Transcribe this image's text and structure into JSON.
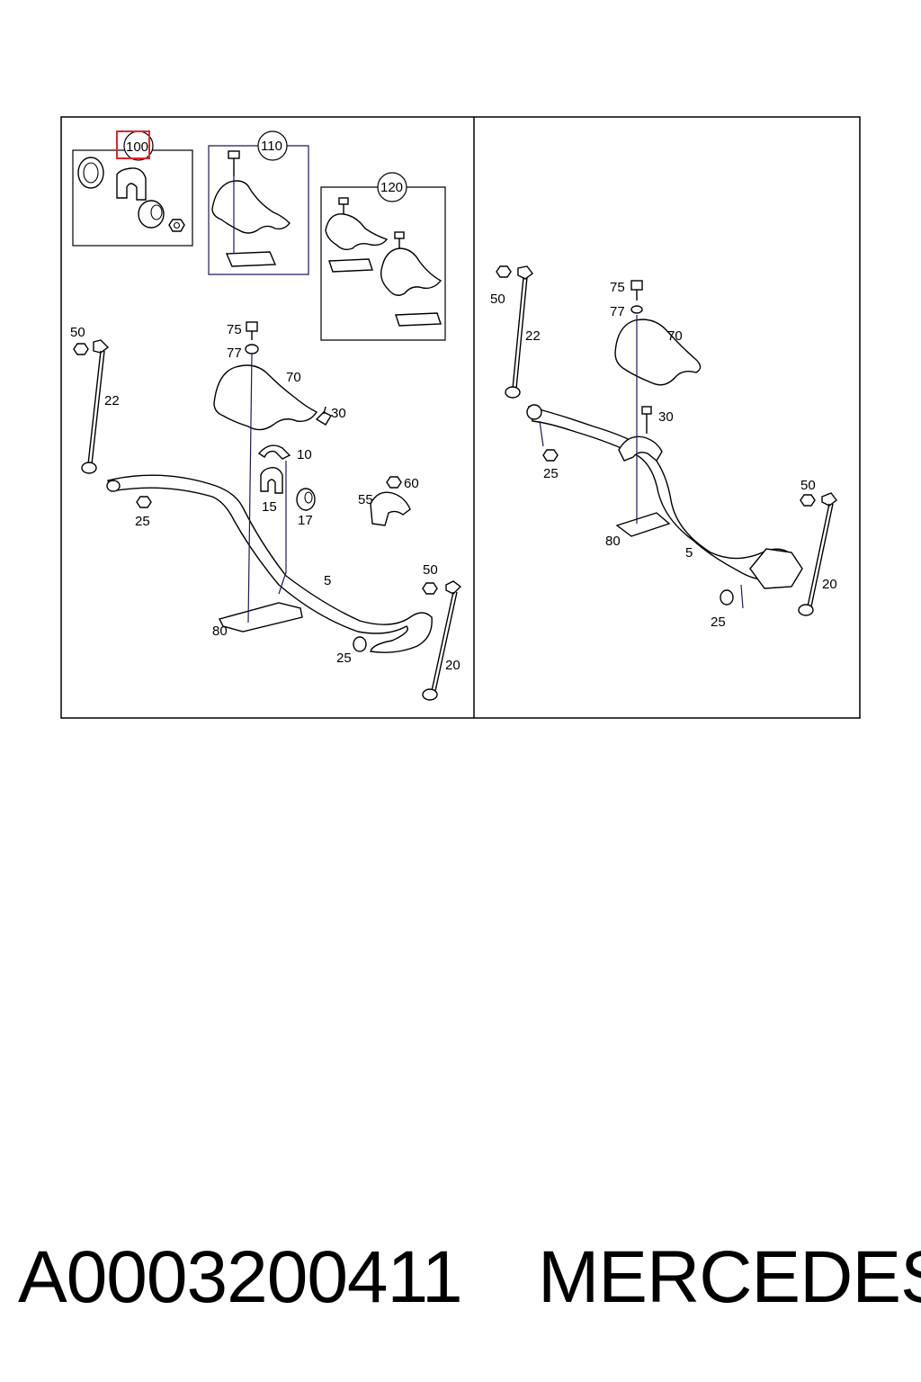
{
  "kits": [
    {
      "id": "kit-100",
      "label": "100",
      "highlighted": true
    },
    {
      "id": "kit-110",
      "label": "110"
    },
    {
      "id": "kit-120",
      "label": "120"
    }
  ],
  "callouts_left": [
    {
      "id": "l50a",
      "text": "50"
    },
    {
      "id": "l22",
      "text": "22"
    },
    {
      "id": "l25a",
      "text": "25"
    },
    {
      "id": "l75",
      "text": "75"
    },
    {
      "id": "l77",
      "text": "77"
    },
    {
      "id": "l70",
      "text": "70"
    },
    {
      "id": "l30",
      "text": "30"
    },
    {
      "id": "l10",
      "text": "10"
    },
    {
      "id": "l15",
      "text": "15"
    },
    {
      "id": "l17",
      "text": "17"
    },
    {
      "id": "l60",
      "text": "60"
    },
    {
      "id": "l55",
      "text": "55"
    },
    {
      "id": "l5",
      "text": "5"
    },
    {
      "id": "l50b",
      "text": "50"
    },
    {
      "id": "l80",
      "text": "80"
    },
    {
      "id": "l25b",
      "text": "25"
    },
    {
      "id": "l20",
      "text": "20"
    }
  ],
  "callouts_right": [
    {
      "id": "r50a",
      "text": "50"
    },
    {
      "id": "r22",
      "text": "22"
    },
    {
      "id": "r75",
      "text": "75"
    },
    {
      "id": "r77",
      "text": "77"
    },
    {
      "id": "r70",
      "text": "70"
    },
    {
      "id": "r30",
      "text": "30"
    },
    {
      "id": "r25a",
      "text": "25"
    },
    {
      "id": "r80",
      "text": "80"
    },
    {
      "id": "r5",
      "text": "5"
    },
    {
      "id": "r50b",
      "text": "50"
    },
    {
      "id": "r20",
      "text": "20"
    },
    {
      "id": "r25b",
      "text": "25"
    }
  ],
  "caption": {
    "part_number": "A0003200411",
    "brand": "MERCEDES"
  },
  "colors": {
    "highlight": "#e0262b",
    "leader": "#1c1a5c",
    "line": "#000000"
  }
}
